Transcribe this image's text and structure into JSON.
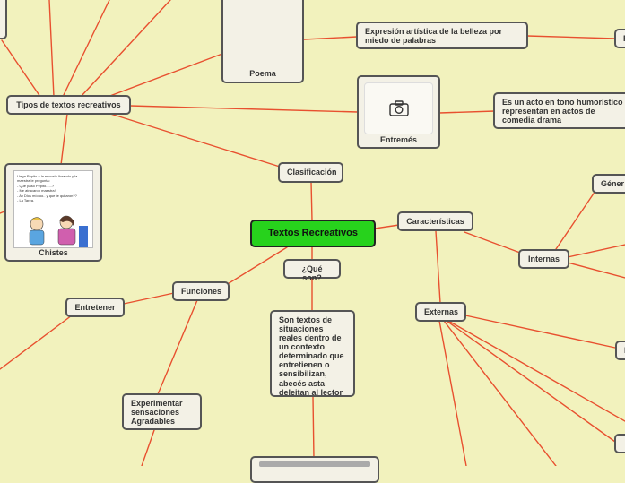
{
  "map": {
    "root": "Textos Recreativos",
    "clasificacion": "Clasificación",
    "tipos": "Tipos de textos recreativos",
    "poema": "Poema",
    "entremes": "Entremés",
    "chistes": "Chistes",
    "expresion": "Expresión artística de la belleza por miedo de palabras",
    "acto": "Es un acto en tono humorístico representan en actos de comedia drama",
    "caracteristicas": "Características",
    "internas": "Internas",
    "externas": "Externas",
    "genero": "Géner",
    "que_son": "¿Qué son?",
    "definicion": "Son textos de situaciones reales dentro de un contexto determinado que entretienen o sensibilizan, abecés asta deleitan al lector",
    "funciones": "Funciones",
    "entretener": "Entretener",
    "experimentar": "Experimentar sensaciones Agradables",
    "comic_lines": [
      "Llega Pepito a la escuela llorando y la",
      "maestra le pregunta:",
      "- Que pasó Pepito......?",
      "- Me atracaron maestra!",
      "- Ay Dios mío,oo.. y que te quitaron??",
      "- La Tarea."
    ]
  },
  "colors": {
    "background": "#f2f2bd",
    "link": "#e8502f",
    "root_fill": "#27d21c",
    "node_fill": "#f3f1e6"
  }
}
